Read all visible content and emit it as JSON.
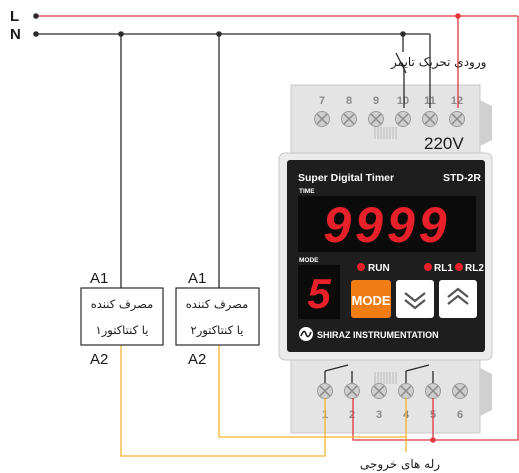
{
  "lines": {
    "live": "L",
    "neutral": "N"
  },
  "trigger_label": "ورودی تحریک تایمر",
  "top_terminals": [
    "7",
    "8",
    "9",
    "10",
    "11",
    "12"
  ],
  "voltage": "220V",
  "device": {
    "title": "Super Digital Timer",
    "model": "STD-2R",
    "time_label": "TIME",
    "time_display": "9999",
    "mode_label": "MODE",
    "mode_display": "5",
    "run_label": "RUN",
    "rl1_label": "RL1",
    "rl2_label": "RL2",
    "mode_button": "MODE",
    "brand": "SHIRAZ INSTRUMENTATION"
  },
  "loads": [
    {
      "a1": "A1",
      "a2": "A2",
      "line1": "مصرف کننده",
      "line2": "یا کنتاکتور۱"
    },
    {
      "a1": "A1",
      "a2": "A2",
      "line1": "مصرف کننده",
      "line2": "یا کنتاکتور۲"
    }
  ],
  "bottom_terminals": [
    "1",
    "2",
    "3",
    "4",
    "5",
    "6"
  ],
  "output_label": "رله های خروجی",
  "colors": {
    "live": "#e0383e",
    "neutral": "#2b2b2b",
    "output_wire": "#f3b531",
    "display_red": "#e8202a",
    "mode_orange": "#f07d14",
    "panel_dark": "#1e1e1e",
    "housing_gray": "#dcdcdc"
  }
}
